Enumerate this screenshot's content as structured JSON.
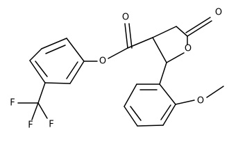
{
  "molecule": {
    "atom_labels": {
      "carbonyl_O": "O",
      "ester_O": "O",
      "lactone_carbonyl_O": "O",
      "ring_O": "O",
      "methoxy_O": "O",
      "methyl": "",
      "F1": "F",
      "F2": "F",
      "F3": "F"
    }
  }
}
